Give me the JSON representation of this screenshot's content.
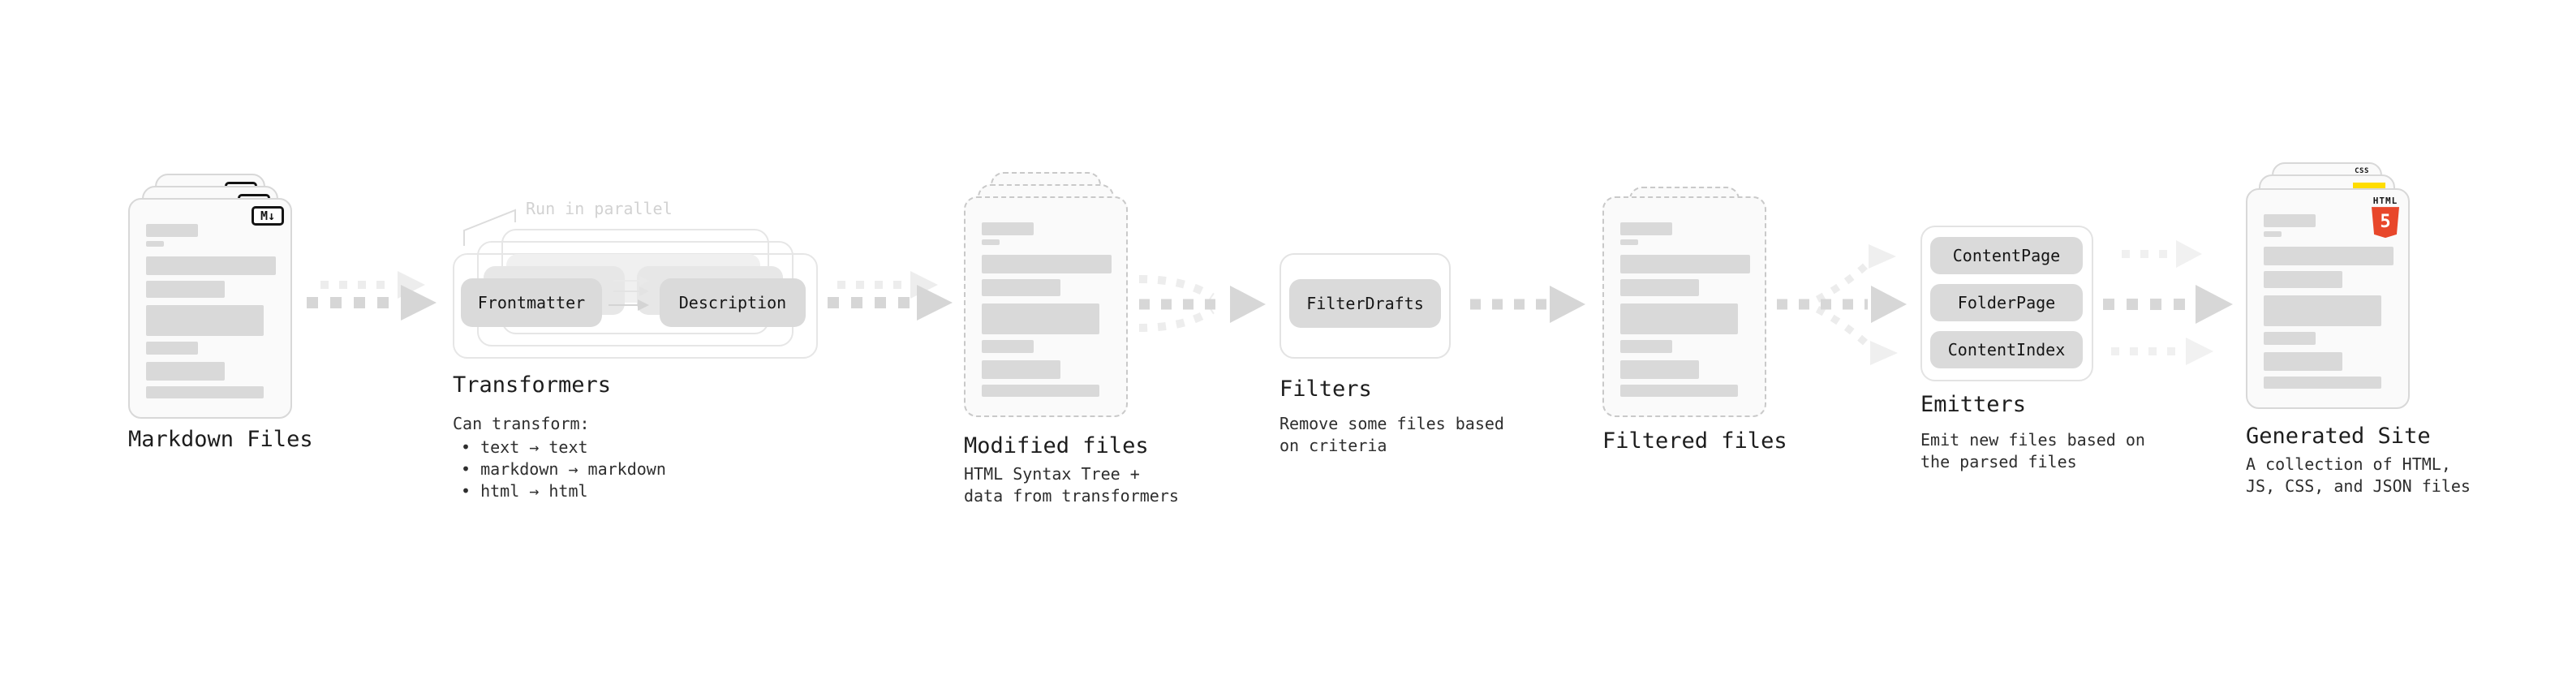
{
  "diagram": {
    "note_run_parallel": "Run in parallel",
    "stages": {
      "markdown": {
        "title": "Markdown Files",
        "badge": "M↓"
      },
      "transformers": {
        "title": "Transformers",
        "button_frontmatter": "Frontmatter",
        "button_description": "Description",
        "subtitle": "Can transform:",
        "bullets": [
          "• text → text",
          "• markdown → markdown",
          "• html → html"
        ]
      },
      "modified": {
        "title": "Modified files",
        "subtitle_lines": [
          "HTML Syntax Tree +",
          "data from transformers"
        ]
      },
      "filters": {
        "title": "Filters",
        "button_filterdrafts": "FilterDrafts",
        "subtitle_lines": [
          "Remove some files based",
          "on criteria"
        ]
      },
      "filtered": {
        "title": "Filtered files"
      },
      "emitters": {
        "title": "Emitters",
        "buttons": [
          "ContentPage",
          "FolderPage",
          "ContentIndex"
        ],
        "subtitle_lines": [
          "Emit new files based on",
          "the parsed files"
        ]
      },
      "generated": {
        "title": "Generated Site",
        "subtitle_lines": [
          "A collection of HTML,",
          "JS, CSS, and JSON files"
        ],
        "badge_css": "CSS",
        "badge_html_label": "HTML",
        "badge_html_number": "5"
      }
    },
    "colors": {
      "html5_orange": "#e8472b",
      "js_yellow": "#ffdd00",
      "css_blue": "#2b5fe3",
      "arrow_gray": "#d6d6d6",
      "arrow_light": "#ededed"
    }
  }
}
